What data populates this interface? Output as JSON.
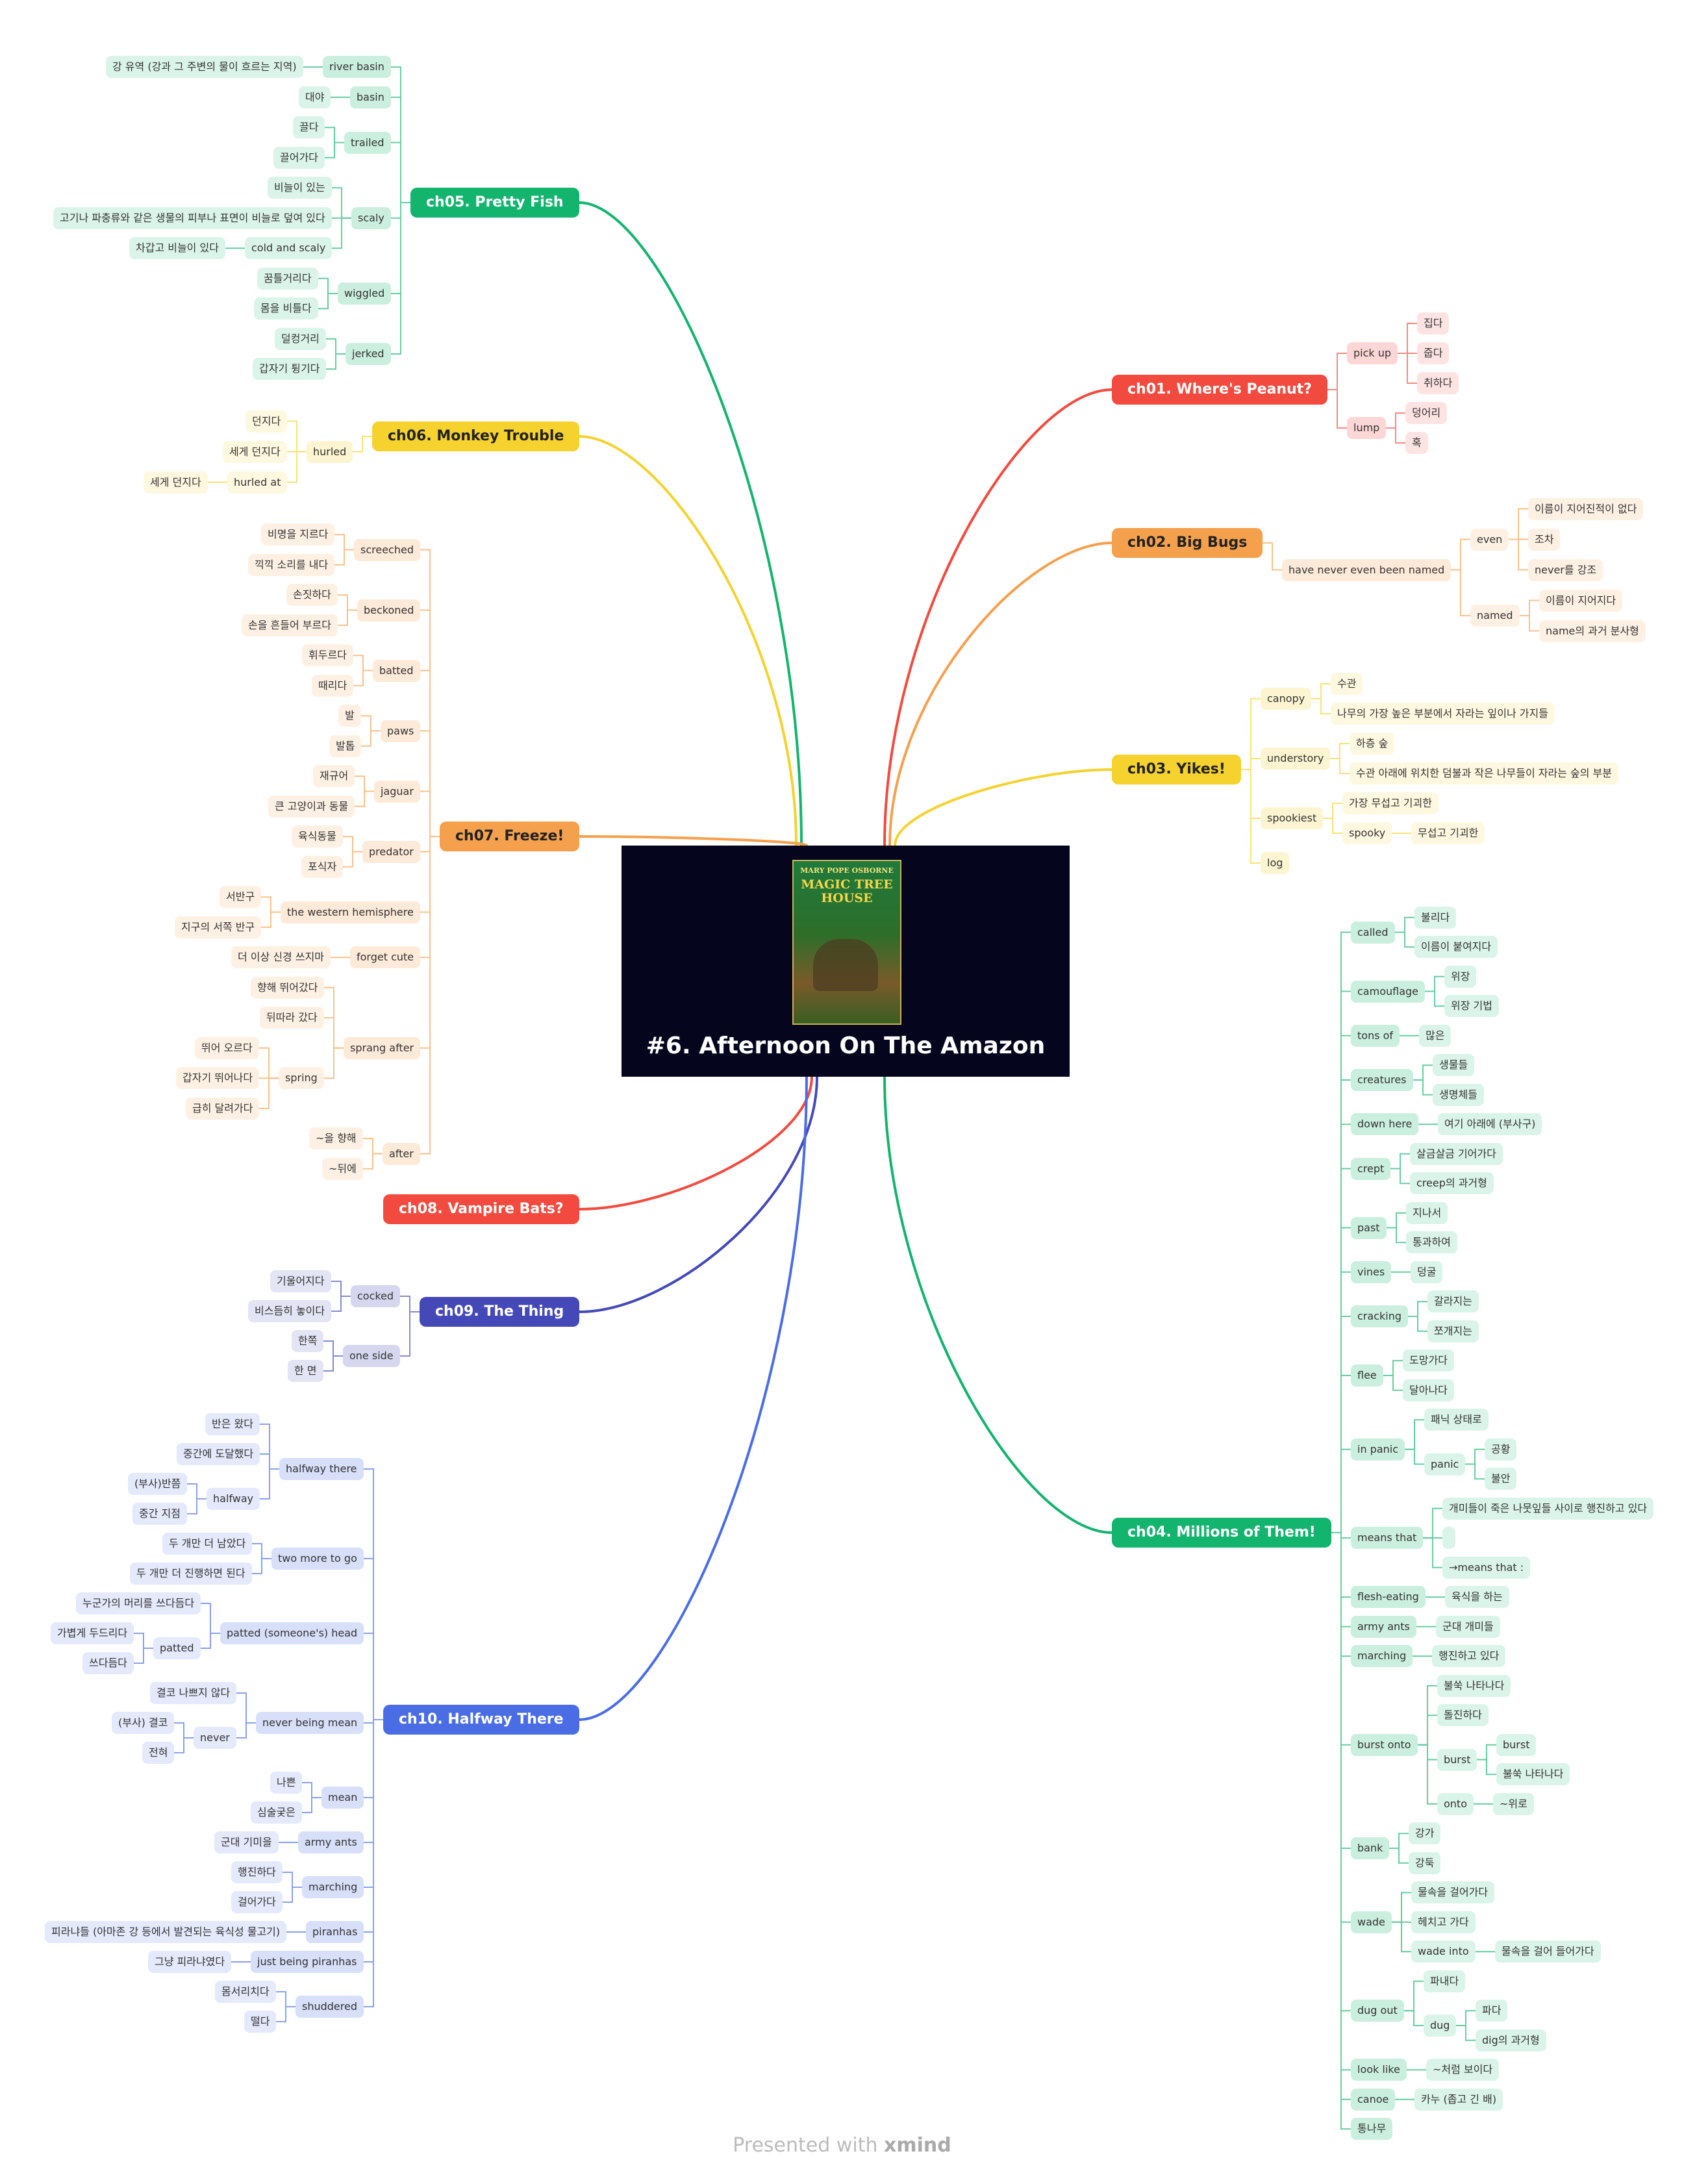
{
  "central": {
    "title": "#6. Afternoon On The Amazon",
    "cover_top": "MARY POPE OSBORNE",
    "cover_title": "MAGIC TREE HOUSE"
  },
  "watermark": {
    "text": "Presented with",
    "brand": "xmind"
  },
  "colors": {
    "ch01": "#f24a3f",
    "ch02": "#f5a04d",
    "ch03": "#f5d22e",
    "ch04": "#12b46e",
    "ch05": "#12b46e",
    "ch06": "#f5d22e",
    "ch07": "#f5a04d",
    "ch08": "#f24a3f",
    "ch09": "#4549b8",
    "ch10": "#4a6de5"
  },
  "branches": [
    {
      "id": "ch01",
      "title": "ch01. Where's Peanut?",
      "children": [
        {
          "label": "pick up",
          "children": [
            {
              "label": "집다"
            },
            {
              "label": "줍다"
            },
            {
              "label": "취하다"
            }
          ]
        },
        {
          "label": "lump",
          "children": [
            {
              "label": "덩어리"
            },
            {
              "label": "혹"
            }
          ]
        }
      ]
    },
    {
      "id": "ch02",
      "title": "ch02. Big Bugs",
      "children": [
        {
          "label": "have never even been named",
          "children": [
            {
              "label": "even",
              "children": [
                {
                  "label": "이름이 지어진적이 없다"
                },
                {
                  "label": "조차"
                },
                {
                  "label": "never를 강조"
                }
              ]
            },
            {
              "label": "named",
              "children": [
                {
                  "label": "이름이 지어지다"
                },
                {
                  "label": "name의 과거 분사형"
                }
              ]
            }
          ]
        }
      ]
    },
    {
      "id": "ch03",
      "title": "ch03. Yikes!",
      "children": [
        {
          "label": "canopy",
          "children": [
            {
              "label": "수관"
            },
            {
              "label": "나무의 가장 높은 부분에서 자라는 잎이나 가지들"
            }
          ]
        },
        {
          "label": "understory",
          "children": [
            {
              "label": "하층 숲"
            },
            {
              "label": "수관 아래에 위치한 덤불과 작은 나무들이 자라는 숲의 부분"
            }
          ]
        },
        {
          "label": "spookiest",
          "children": [
            {
              "label": "가장 무섭고 기괴한"
            },
            {
              "label": "spooky",
              "children": [
                {
                  "label": "무섭고 기괴한"
                }
              ]
            }
          ]
        },
        {
          "label": "log"
        }
      ]
    },
    {
      "id": "ch04",
      "title": "ch04. Millions of Them!",
      "children": [
        {
          "label": "called",
          "children": [
            {
              "label": "불리다"
            },
            {
              "label": "이름이 붙여지다"
            }
          ]
        },
        {
          "label": "camouflage",
          "children": [
            {
              "label": "위장"
            },
            {
              "label": "위장 기법"
            }
          ]
        },
        {
          "label": "tons of",
          "children": [
            {
              "label": "많은"
            }
          ]
        },
        {
          "label": "creatures",
          "children": [
            {
              "label": "생물들"
            },
            {
              "label": "생명체들"
            }
          ]
        },
        {
          "label": "down here",
          "children": [
            {
              "label": "여기 아래에 (부사구)"
            }
          ]
        },
        {
          "label": "crept",
          "children": [
            {
              "label": "살금살금 기어가다"
            },
            {
              "label": "creep의 과거형"
            }
          ]
        },
        {
          "label": "past",
          "children": [
            {
              "label": "지나서"
            },
            {
              "label": "통과하여"
            }
          ]
        },
        {
          "label": "vines",
          "children": [
            {
              "label": "덩굴"
            }
          ]
        },
        {
          "label": "cracking",
          "children": [
            {
              "label": "갈라지는"
            },
            {
              "label": "쪼개지는"
            }
          ]
        },
        {
          "label": "flee",
          "children": [
            {
              "label": "도망가다"
            },
            {
              "label": "달아나다"
            }
          ]
        },
        {
          "label": "in panic",
          "children": [
            {
              "label": "패닉 상태로"
            },
            {
              "label": "panic",
              "children": [
                {
                  "label": "공황"
                },
                {
                  "label": "불안"
                }
              ]
            }
          ]
        },
        {
          "label": "means that",
          "children": [
            {
              "label": "개미들이 죽은 나뭇잎들 사이로 행진하고 있다"
            },
            {
              "label": ""
            },
            {
              "label": "→means that :"
            }
          ]
        },
        {
          "label": "flesh-eating",
          "children": [
            {
              "label": "육식을 하는"
            }
          ]
        },
        {
          "label": "army ants",
          "children": [
            {
              "label": "군대 개미들"
            }
          ]
        },
        {
          "label": "marching",
          "children": [
            {
              "label": "행진하고 있다"
            }
          ]
        },
        {
          "label": "burst onto",
          "children": [
            {
              "label": "불쑥 나타나다"
            },
            {
              "label": "돌진하다"
            },
            {
              "label": "burst",
              "children": [
                {
                  "label": "burst"
                },
                {
                  "label": "불쑥 나타나다"
                }
              ]
            },
            {
              "label": "onto",
              "children": [
                {
                  "label": "~위로"
                }
              ]
            }
          ]
        },
        {
          "label": "bank",
          "children": [
            {
              "label": "강가"
            },
            {
              "label": "강둑"
            }
          ]
        },
        {
          "label": "wade",
          "children": [
            {
              "label": "물속을 걸어가다"
            },
            {
              "label": "헤치고 가다"
            },
            {
              "label": "wade into",
              "children": [
                {
                  "label": "물속을 걸어 들어가다"
                }
              ]
            }
          ]
        },
        {
          "label": "dug out",
          "children": [
            {
              "label": "파내다"
            },
            {
              "label": "dug",
              "children": [
                {
                  "label": "파다"
                },
                {
                  "label": "dig의 과거형"
                }
              ]
            }
          ]
        },
        {
          "label": "look like",
          "children": [
            {
              "label": "~처럼 보이다"
            }
          ]
        },
        {
          "label": "canoe",
          "children": [
            {
              "label": "카누 (좁고 긴 배)"
            }
          ]
        },
        {
          "label": "통나무"
        }
      ]
    },
    {
      "id": "ch05",
      "title": "ch05. Pretty Fish",
      "children": [
        {
          "label": "river basin",
          "children": [
            {
              "label": "강 유역 (강과 그 주변의 물이 흐르는 지역)"
            }
          ]
        },
        {
          "label": "basin",
          "children": [
            {
              "label": "대야"
            }
          ]
        },
        {
          "label": "trailed",
          "children": [
            {
              "label": "끌다"
            },
            {
              "label": "끌어가다"
            }
          ]
        },
        {
          "label": "scaly",
          "children": [
            {
              "label": "비늘이 있는"
            },
            {
              "label": "고기나 파충류와 같은 생물의 피부나 표면이 비늘로 덮여 있다"
            },
            {
              "label": "cold and scaly",
              "children": [
                {
                  "label": "차갑고 비늘이 있다"
                }
              ]
            }
          ]
        },
        {
          "label": "wiggled",
          "children": [
            {
              "label": "꿈틀거리다"
            },
            {
              "label": "몸을 비틀다"
            }
          ]
        },
        {
          "label": "jerked",
          "children": [
            {
              "label": "덜컹거리"
            },
            {
              "label": "갑자기 튕기다"
            }
          ]
        }
      ]
    },
    {
      "id": "ch06",
      "title": "ch06. Monkey Trouble",
      "children": [
        {
          "label": "hurled",
          "children": [
            {
              "label": "던지다"
            },
            {
              "label": "세게 던지다"
            },
            {
              "label": "hurled at",
              "children": [
                {
                  "label": "세게 던지다"
                }
              ]
            }
          ]
        }
      ]
    },
    {
      "id": "ch07",
      "title": "ch07. Freeze!",
      "children": [
        {
          "label": "screeched",
          "children": [
            {
              "label": "비명을 지르다"
            },
            {
              "label": "끽끽 소리를 내다"
            }
          ]
        },
        {
          "label": "beckoned",
          "children": [
            {
              "label": "손짓하다"
            },
            {
              "label": "손을 흔들어 부르다"
            }
          ]
        },
        {
          "label": "batted",
          "children": [
            {
              "label": "휘두르다"
            },
            {
              "label": "때리다"
            }
          ]
        },
        {
          "label": "paws",
          "children": [
            {
              "label": "발"
            },
            {
              "label": "발톱"
            }
          ]
        },
        {
          "label": "jaguar",
          "children": [
            {
              "label": "재규어"
            },
            {
              "label": "큰 고양이과 동물"
            }
          ]
        },
        {
          "label": "predator",
          "children": [
            {
              "label": "육식동물"
            },
            {
              "label": "포식자"
            }
          ]
        },
        {
          "label": "the western hemisphere",
          "children": [
            {
              "label": "서반구"
            },
            {
              "label": "지구의 서쪽 반구"
            }
          ]
        },
        {
          "label": "forget cute",
          "children": [
            {
              "label": "더 이상 신경 쓰지마"
            }
          ]
        },
        {
          "label": "sprang after",
          "children": [
            {
              "label": "향해 뛰어갔다"
            },
            {
              "label": "뒤따라 갔다"
            },
            {
              "label": "spring",
              "children": [
                {
                  "label": "뛰어 오르다"
                },
                {
                  "label": "갑자기 뛰어나다"
                },
                {
                  "label": "급히 달려가다"
                }
              ]
            }
          ]
        },
        {
          "label": "after",
          "children": [
            {
              "label": "~을 향해"
            },
            {
              "label": "~뒤에"
            }
          ]
        }
      ]
    },
    {
      "id": "ch08",
      "title": "ch08. Vampire Bats?",
      "children": []
    },
    {
      "id": "ch09",
      "title": "ch09. The Thing",
      "children": [
        {
          "label": "cocked",
          "children": [
            {
              "label": "기울어지다"
            },
            {
              "label": "비스듬히 놓이다"
            }
          ]
        },
        {
          "label": "one side",
          "children": [
            {
              "label": "한쪽"
            },
            {
              "label": "한 면"
            }
          ]
        }
      ]
    },
    {
      "id": "ch10",
      "title": "ch10. Halfway There",
      "children": [
        {
          "label": "halfway there",
          "children": [
            {
              "label": "반은 왔다"
            },
            {
              "label": "중간에 도달했다"
            },
            {
              "label": "halfway",
              "children": [
                {
                  "label": "(부사)반쯤"
                },
                {
                  "label": "중간 지점"
                }
              ]
            }
          ]
        },
        {
          "label": "two more to go",
          "children": [
            {
              "label": "두 개만 더 남았다"
            },
            {
              "label": "두 개만 더 진행하면 된다"
            }
          ]
        },
        {
          "label": "patted (someone's) head",
          "children": [
            {
              "label": "누군가의 머리를 쓰다듬다"
            },
            {
              "label": "patted",
              "children": [
                {
                  "label": "가볍게 두드리다"
                },
                {
                  "label": "쓰다듬다"
                }
              ]
            }
          ]
        },
        {
          "label": "never being mean",
          "children": [
            {
              "label": "결코 나쁘지 않다"
            },
            {
              "label": "never",
              "children": [
                {
                  "label": "(부사) 결코"
                },
                {
                  "label": "전혀"
                }
              ]
            }
          ]
        },
        {
          "label": "mean",
          "children": [
            {
              "label": "나쁜"
            },
            {
              "label": "심술궂은"
            }
          ]
        },
        {
          "label": "army ants",
          "children": [
            {
              "label": "군대 기미을"
            }
          ]
        },
        {
          "label": "marching",
          "children": [
            {
              "label": "행진하다"
            },
            {
              "label": "걸어가다"
            }
          ]
        },
        {
          "label": "piranhas",
          "children": [
            {
              "label": "피라냐들 (아마존 강 등에서 발견되는 육식성 물고기)"
            }
          ]
        },
        {
          "label": "just being piranhas",
          "children": [
            {
              "label": "그냥 피라냐였다"
            }
          ]
        },
        {
          "label": "shuddered",
          "children": [
            {
              "label": "몸서리치다"
            },
            {
              "label": "떨다"
            }
          ]
        }
      ]
    }
  ]
}
